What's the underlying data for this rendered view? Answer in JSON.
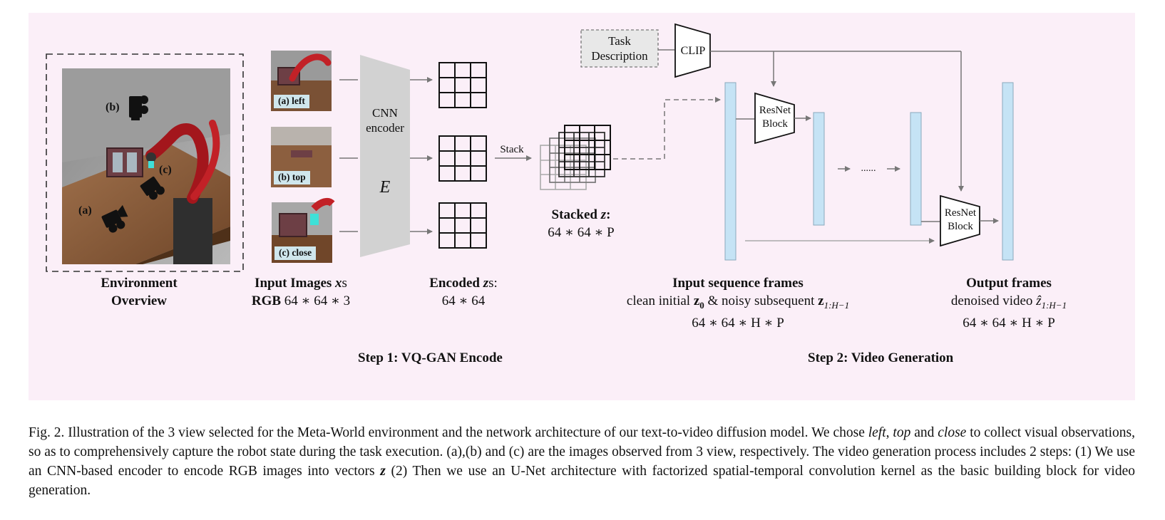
{
  "environment": {
    "label_line1": "Environment",
    "label_line2": "Overview",
    "camera_a": "(a)",
    "camera_b": "(b)",
    "camera_c": "(c)"
  },
  "input_images": {
    "views": [
      "(a) left",
      "(b) top",
      "(c) close"
    ],
    "label_bold": "Input Images ",
    "label_var": "x",
    "label_suffix": "s",
    "label_line2_bold": "RGB",
    "label_line2": " 64 ∗ 64 ∗ 3"
  },
  "encoder": {
    "title_line1": "CNN",
    "title_line2": "encoder",
    "symbol": "E"
  },
  "encoded": {
    "label_bold": "Encoded ",
    "label_var": "z",
    "label_suffix": "s:",
    "dims": "64 ∗ 64"
  },
  "stack": {
    "arrow_label": "Stack",
    "label_bold": "Stacked ",
    "label_var": "z",
    "label_colon": ":",
    "dims": "64 ∗ 64 ∗ P"
  },
  "conditioning": {
    "task_line1": "Task",
    "task_line2": "Description",
    "clip": "CLIP"
  },
  "unet": {
    "resnet_line1": "ResNet",
    "resnet_line2": "Block",
    "ellipsis": "......"
  },
  "input_sequence": {
    "title": "Input sequence frames",
    "desc_prefix": "clean initial ",
    "z0": "z",
    "z0_sub": "0",
    "desc_mid": " & noisy subsequent ",
    "z1": "z",
    "z1_sub": "1:H−1",
    "dims": "64 ∗ 64 ∗ H ∗ P"
  },
  "output": {
    "title": "Output frames",
    "desc_prefix": "denoised video ",
    "zhat": "ẑ",
    "zhat_sub": "1:H−1",
    "dims": "64 ∗ 64 ∗ H ∗ P"
  },
  "steps": {
    "step1": "Step 1: VQ-GAN Encode",
    "step2": "Step 2: Video Generation"
  },
  "caption": {
    "p1": "Fig. 2.  Illustration of the 3 view selected for the Meta-World environment and the network architecture of our text-to-video diffusion model. We chose ",
    "left": "left",
    "p2": ", ",
    "top": "top",
    "p3": " and ",
    "close": "close",
    "p4": " to collect visual observations, so as to comprehensively capture the robot state during the task execution. (a),(b) and (c) are the images observed from 3 view, respectively. The video generation process includes 2 steps: (1) We use an CNN-based encoder to encode RGB images into vectors ",
    "z": "z",
    "p5": " (2) Then we use an U-Net architecture with factorized spatial-temporal convolution kernel as the basic building block for video generation."
  },
  "colors": {
    "background": "#fbeff8",
    "encoder_fill": "#d2d2d2",
    "frame_fill": "#c5e3f5",
    "frame_stroke": "#8aa9bd",
    "arrow": "#777777"
  }
}
